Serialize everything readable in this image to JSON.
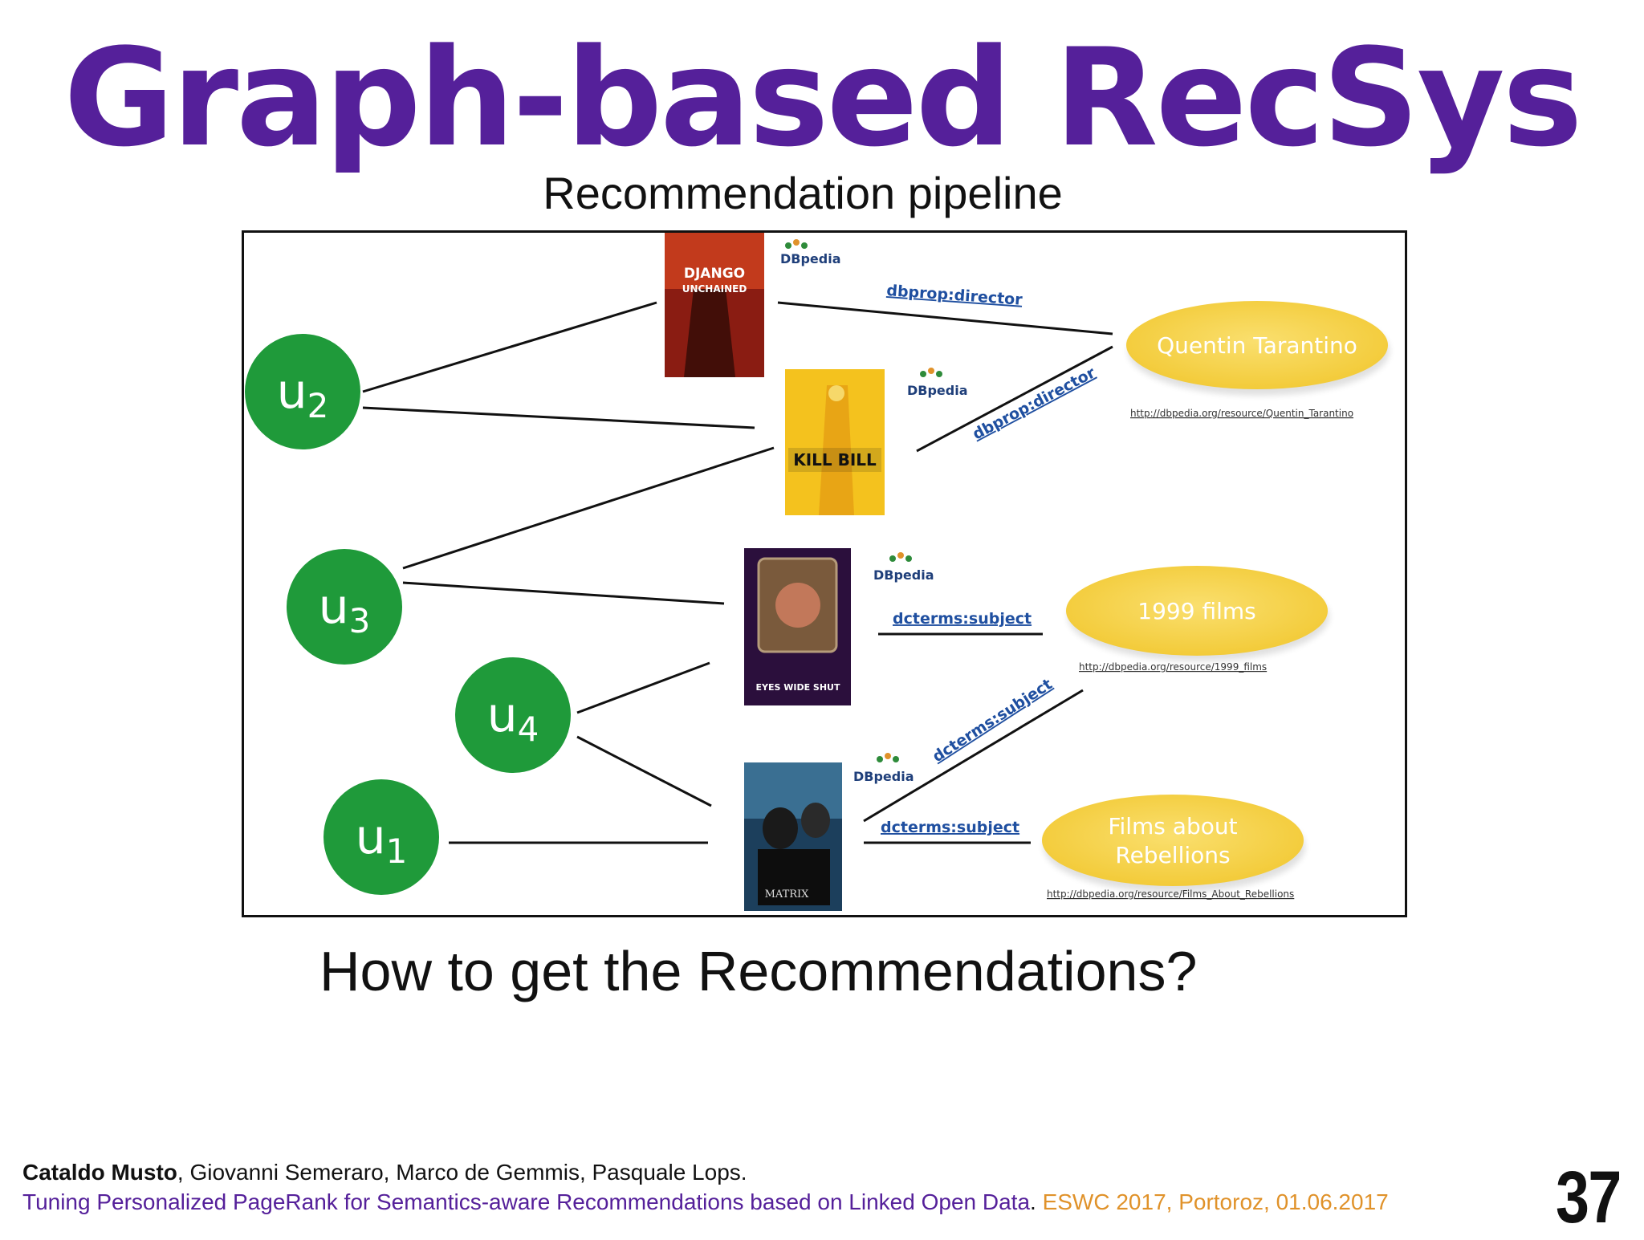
{
  "slide": {
    "title": "Graph-based RecSys",
    "subtitle": "Recommendation pipeline",
    "question": "How to get the Recommendations?",
    "page_number": "37"
  },
  "footer": {
    "lead_author": "Cataldo Musto",
    "other_authors": ", Giovanni Semeraro, Marco de Gemmis, Pasquale Lops.",
    "paper_title": "Tuning Personalized PageRank for Semantics-aware Recommendations based on Linked Open Data",
    "separator": ".",
    "venue": " ESWC 2017, Portoroz, 01.06.2017"
  },
  "diagram": {
    "users": [
      {
        "label": "u",
        "sub": "2"
      },
      {
        "label": "u",
        "sub": "3"
      },
      {
        "label": "u",
        "sub": "4"
      },
      {
        "label": "u",
        "sub": "1"
      }
    ],
    "movies": [
      {
        "title_lines": [
          "DJANGO",
          "UNCHAINED"
        ]
      },
      {
        "title_lines": [
          "KILL BILL"
        ]
      },
      {
        "title_lines": [
          "EYES WIDE SHUT"
        ]
      },
      {
        "title_lines": [
          "MATRIX"
        ]
      }
    ],
    "entities": [
      {
        "label_lines": [
          "Quentin Tarantino"
        ],
        "uri": "http://dbpedia.org/resource/Quentin_Tarantino"
      },
      {
        "label_lines": [
          "1999 films"
        ],
        "uri": "http://dbpedia.org/resource/1999_films"
      },
      {
        "label_lines": [
          "Films about",
          "Rebellions"
        ],
        "uri": "http://dbpedia.org/resource/Films_About_Rebellions"
      }
    ],
    "properties": [
      {
        "label": "dbprop:director"
      },
      {
        "label": "dbprop:director"
      },
      {
        "label": "dcterms:subject"
      },
      {
        "label": "dcterms:subject"
      },
      {
        "label": "dcterms:subject"
      }
    ],
    "dbpedia_logo": "DBpedia",
    "colors": {
      "user_node": "#1f9a3a",
      "entity_node": "#f7d24a",
      "property_label": "#1f4fa0",
      "uri_text": "#333333"
    }
  }
}
